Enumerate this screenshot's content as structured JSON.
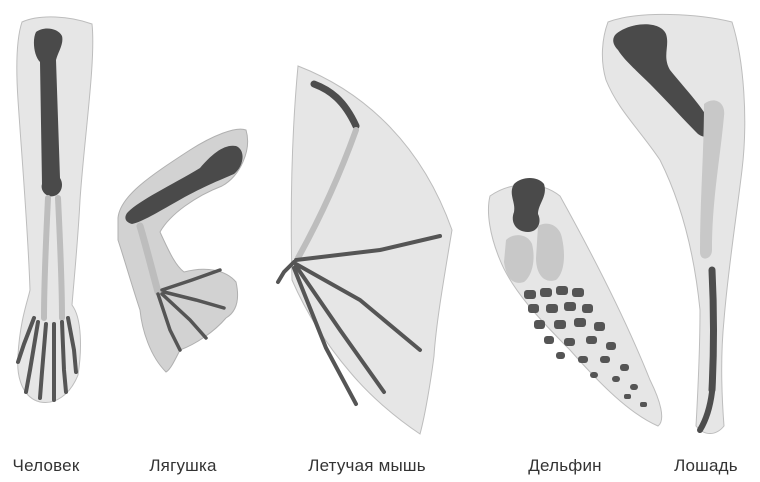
{
  "labels": {
    "human": "Человек",
    "frog": "Лягушка",
    "bat": "Летучая мышь",
    "dolphin": "Дельфин",
    "horse": "Лошадь"
  },
  "colors": {
    "upper_bone": "#4a4a4a",
    "forearm_bone": "#c8c8c8",
    "skin": "#e6e6e6"
  }
}
